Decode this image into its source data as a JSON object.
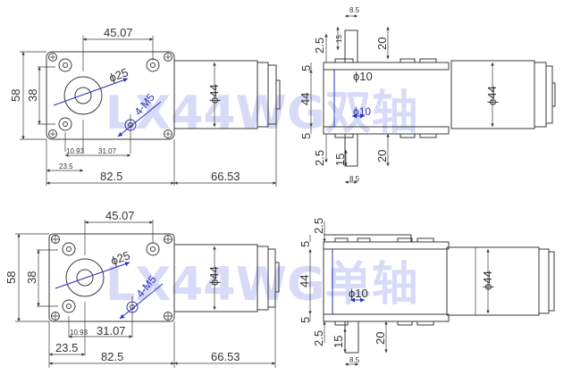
{
  "drawings": [
    {
      "id": "dual-shaft",
      "watermark": "LX44WG双轴",
      "front_view": {
        "width_top": "45.07",
        "height_total": "58",
        "height_holes": "38",
        "shaft_diameter": "ϕ25",
        "screw": "4-M5",
        "offset_small": "10.93",
        "offset_mid": "31.07",
        "offset_left": "23.5",
        "gearbox_length": "82.5"
      },
      "motor_view": {
        "diameter": "ϕ44",
        "length": "66.53"
      },
      "side_view": {
        "shaft_width_top": "8.5",
        "shaft_width_bottom": "8.5",
        "flat_top": "15",
        "flat_bottom": "15",
        "shaft_len_top": "20",
        "shaft_len_bottom": "20",
        "step_top": "2.5",
        "step_bottom": "2.5",
        "plate_top": "5",
        "plate_bottom": "5",
        "body_height": "44",
        "shaft_dia_top": "ϕ10",
        "shaft_dia_bottom": "ϕ10",
        "motor_diameter": "ϕ44"
      }
    },
    {
      "id": "single-shaft",
      "watermark": "LX44WG单轴",
      "front_view": {
        "width_top": "45.07",
        "height_total": "58",
        "height_holes": "38",
        "shaft_diameter": "ϕ25",
        "screw": "4-M5",
        "offset_small": "10.93",
        "offset_mid": "31.07",
        "offset_left": "23.5",
        "gearbox_length": "82.5"
      },
      "motor_view": {
        "diameter": "ϕ44",
        "length": "66.53"
      },
      "side_view": {
        "step_top": "2.5",
        "plate_top": "5",
        "body_height": "44",
        "plate_bottom": "5",
        "step_bottom": "2.5",
        "shaft_dia": "ϕ10",
        "flat": "15",
        "shaft_len": "20",
        "shaft_width": "8.5",
        "motor_diameter": "ϕ44"
      }
    }
  ],
  "colors": {
    "line": "#3a3a3a",
    "dimension_accent": "#2a2fc0",
    "watermark": "#b9bff2"
  }
}
